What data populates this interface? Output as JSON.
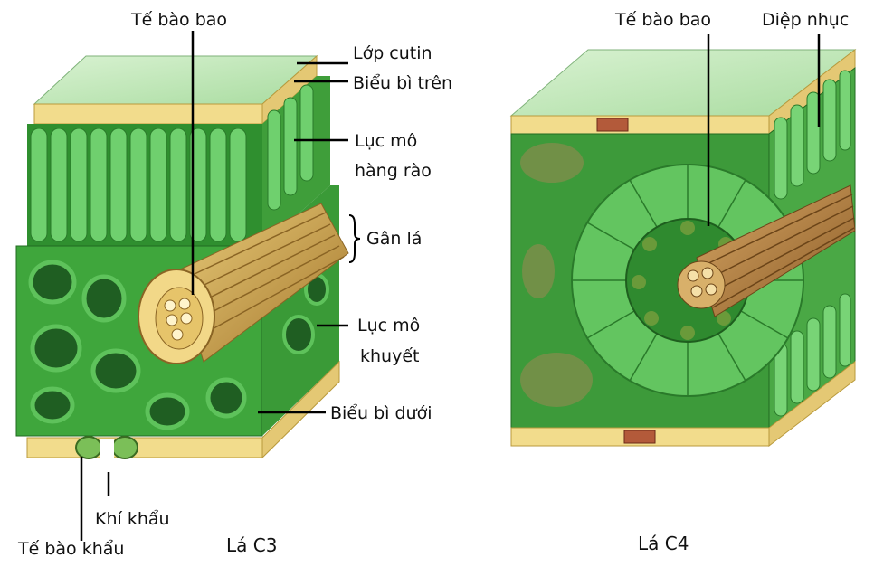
{
  "leaf_c3": {
    "caption": "Lá C3",
    "labels": {
      "bundle_sheath": "Tế bào bao",
      "cuticle": "Lớp cutin",
      "upper_epidermis": "Biểu bì trên",
      "palisade_line1": "Lục mô",
      "palisade_line2": "hàng rào",
      "vein": "Gân lá",
      "spongy_line1": "Lục mô",
      "spongy_line2": "khuyết",
      "lower_epidermis": "Biểu bì dưới",
      "stoma": "Khí khẩu",
      "guard_cell": "Tế bào khẩu"
    }
  },
  "leaf_c4": {
    "caption": "Lá C4",
    "labels": {
      "bundle_sheath": "Tế bào bao",
      "mesophyll": "Diệp nhục"
    }
  },
  "colors": {
    "epidermis": "#f2dc8c",
    "palisade": "#6ccd6a",
    "mesophyll_dark": "#2e8a2e",
    "vein": "#c8a046",
    "sheath": "#eed27c"
  }
}
